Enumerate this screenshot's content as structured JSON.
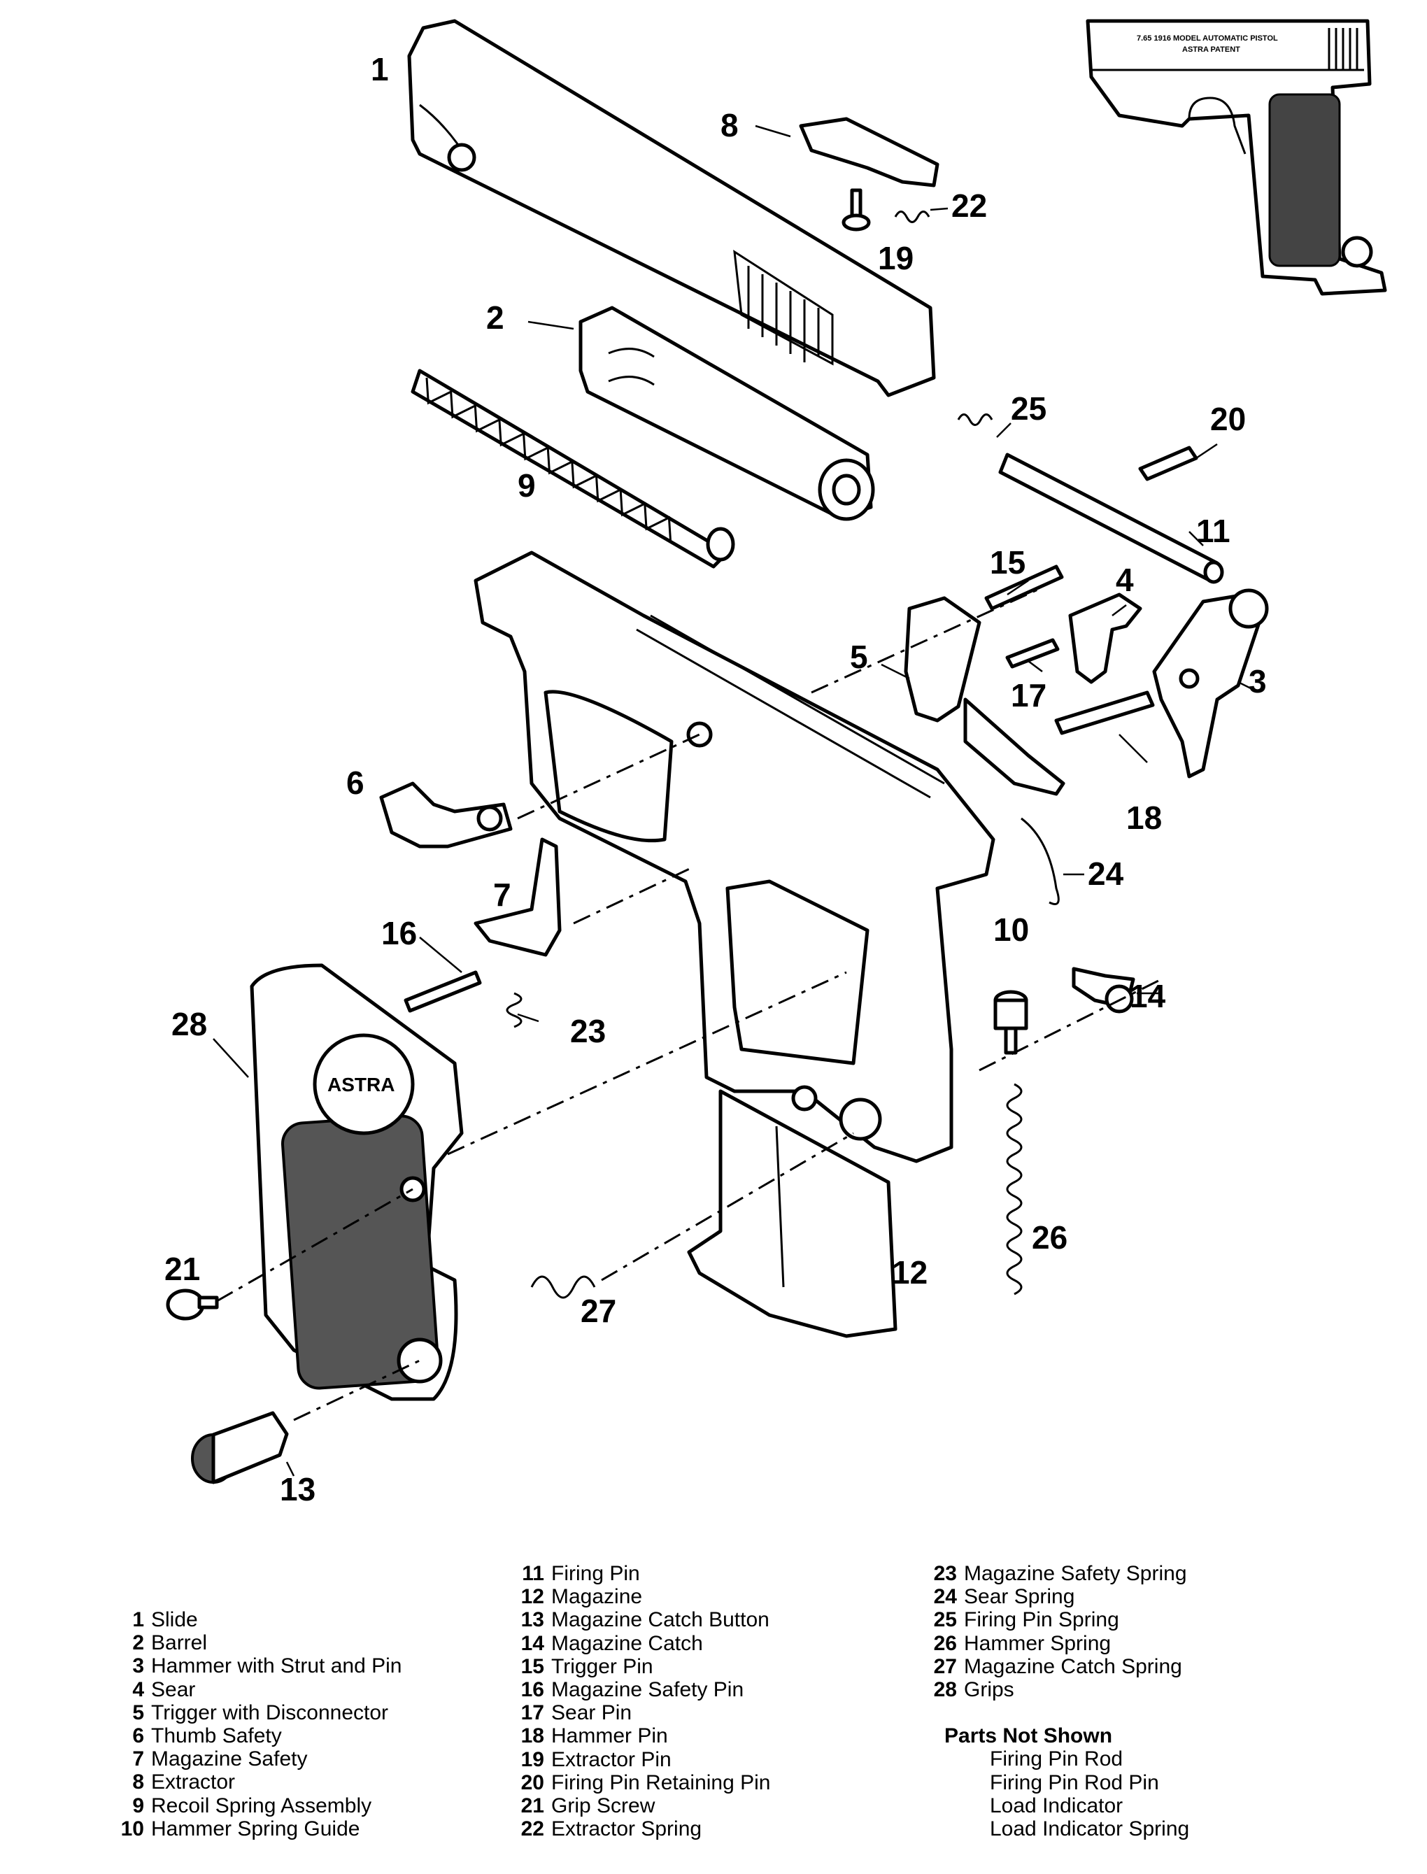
{
  "callouts": {
    "c1": "1",
    "c2": "2",
    "c3": "3",
    "c4": "4",
    "c5": "5",
    "c6": "6",
    "c7": "7",
    "c8": "8",
    "c9": "9",
    "c10": "10",
    "c11": "11",
    "c12": "12",
    "c13": "13",
    "c14": "14",
    "c15": "15",
    "c16": "16",
    "c17": "17",
    "c18": "18",
    "c19": "19",
    "c20": "20",
    "c21": "21",
    "c22": "22",
    "c23": "23",
    "c24": "24",
    "c25": "25",
    "c26": "26",
    "c27": "27",
    "c28": "28"
  },
  "inset": {
    "stamp_line1": "7.65 1916 MODEL AUTOMATIC PISTOL",
    "stamp_line2": "ASTRA PATENT"
  },
  "grip_medallion": "ASTRA",
  "parts_list": {
    "column1": [
      {
        "num": "1",
        "name": "Slide"
      },
      {
        "num": "2",
        "name": "Barrel"
      },
      {
        "num": "3",
        "name": "Hammer with Strut and Pin"
      },
      {
        "num": "4",
        "name": "Sear"
      },
      {
        "num": "5",
        "name": "Trigger with Disconnector"
      },
      {
        "num": "6",
        "name": "Thumb Safety"
      },
      {
        "num": "7",
        "name": "Magazine Safety"
      },
      {
        "num": "8",
        "name": "Extractor"
      },
      {
        "num": "9",
        "name": "Recoil Spring Assembly"
      },
      {
        "num": "10",
        "name": "Hammer Spring Guide"
      }
    ],
    "column2": [
      {
        "num": "11",
        "name": "Firing Pin"
      },
      {
        "num": "12",
        "name": "Magazine"
      },
      {
        "num": "13",
        "name": "Magazine Catch Button"
      },
      {
        "num": "14",
        "name": "Magazine Catch"
      },
      {
        "num": "15",
        "name": "Trigger Pin"
      },
      {
        "num": "16",
        "name": "Magazine Safety Pin"
      },
      {
        "num": "17",
        "name": "Sear Pin"
      },
      {
        "num": "18",
        "name": "Hammer Pin"
      },
      {
        "num": "19",
        "name": "Extractor Pin"
      },
      {
        "num": "20",
        "name": "Firing Pin Retaining Pin"
      },
      {
        "num": "21",
        "name": "Grip Screw"
      },
      {
        "num": "22",
        "name": "Extractor Spring"
      }
    ],
    "column3": [
      {
        "num": "23",
        "name": "Magazine Safety Spring"
      },
      {
        "num": "24",
        "name": "Sear Spring"
      },
      {
        "num": "25",
        "name": "Firing Pin Spring"
      },
      {
        "num": "26",
        "name": "Hammer Spring"
      },
      {
        "num": "27",
        "name": "Magazine Catch Spring"
      },
      {
        "num": "28",
        "name": "Grips"
      }
    ],
    "not_shown_title": "Parts Not Shown",
    "not_shown": [
      "Firing Pin Rod",
      "Firing Pin Rod Pin",
      "Load Indicator",
      "Load Indicator Spring"
    ]
  }
}
